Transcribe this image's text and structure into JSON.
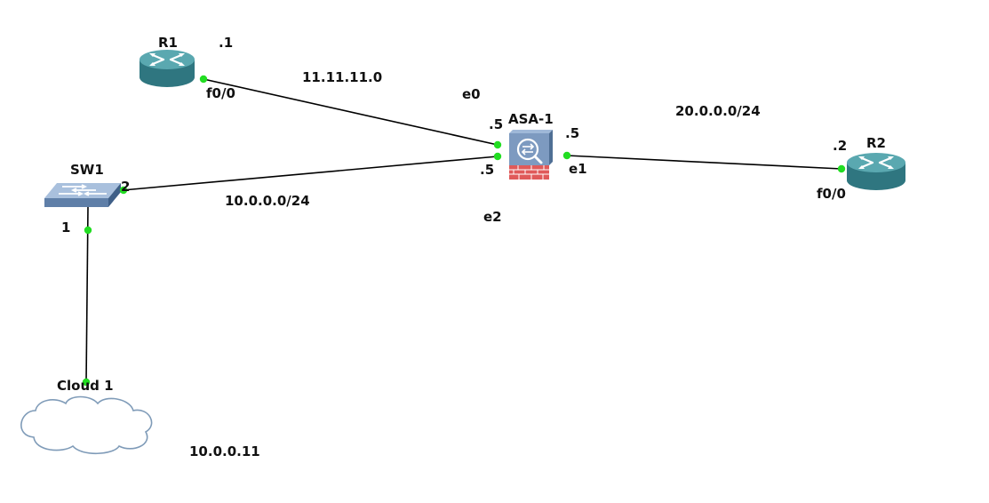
{
  "nodes": {
    "r1": {
      "name": "R1",
      "ip_suffix": ".1",
      "interface": "f0/0"
    },
    "r2": {
      "name": "R2",
      "ip_suffix": ".2",
      "interface": "f0/0"
    },
    "asa": {
      "name": "ASA-1",
      "e0": "e0",
      "e0_suffix": ".5",
      "e1": "e1",
      "e1_suffix": ".5",
      "e2": "e2",
      "e2_suffix": ".5"
    },
    "sw1": {
      "name": "SW1",
      "port_uplink": "2",
      "port_down": "1"
    },
    "cloud": {
      "name": "Cloud 1"
    }
  },
  "subnets": {
    "r1_asa": "11.11.11.0",
    "asa_r2": "20.0.0.0/24",
    "sw_asa": "10.0.0.0/24",
    "cloud_host": "10.0.0.11"
  },
  "colors": {
    "port_dot": "#22dd22",
    "router_body": "#3e8e97",
    "asa_brick": "#e05a5a",
    "switch_body": "#7d9ac0",
    "link": "#000000"
  },
  "icons": {
    "router": "router-icon",
    "firewall": "asa-firewall-icon",
    "switch": "switch-icon",
    "cloud": "cloud-icon"
  }
}
